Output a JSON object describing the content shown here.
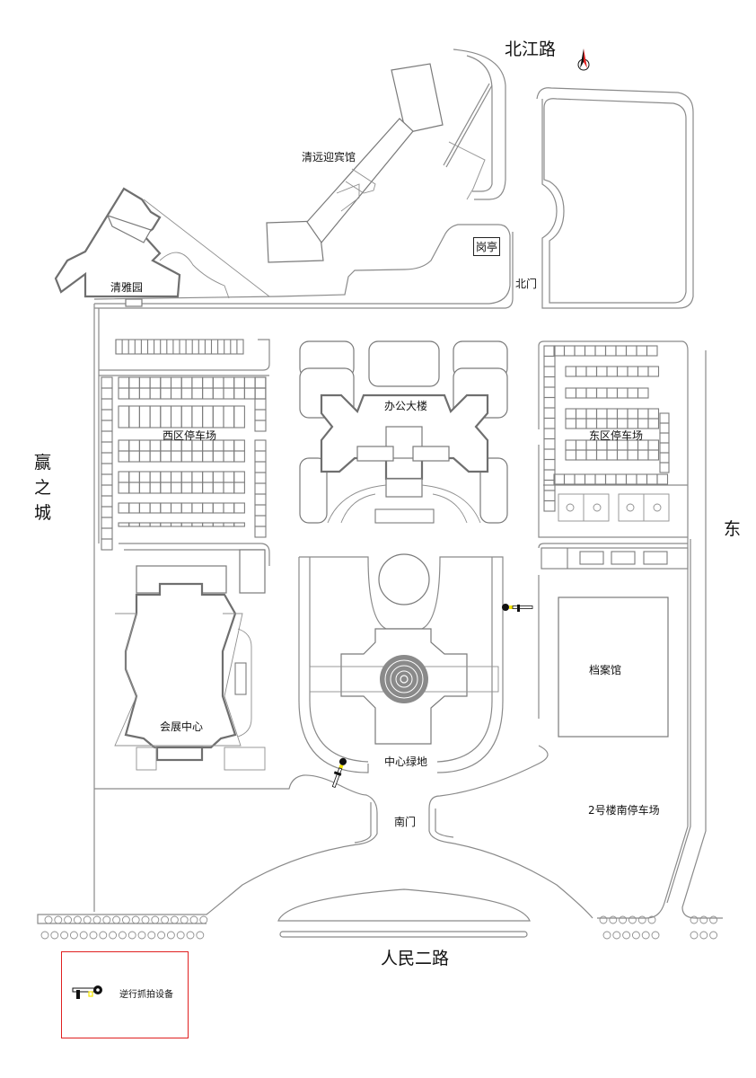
{
  "map": {
    "type": "campus-site-plan",
    "roads": {
      "north": "北江路",
      "south": "人民二路",
      "east": "东",
      "west": [
        "赢",
        "之",
        "城"
      ]
    },
    "gates": {
      "north_gate": "北门",
      "south_gate": "南门",
      "guard_booth": "岗亭"
    },
    "areas": {
      "guesthouse": "清远迎宾馆",
      "qingya_garden": "清雅园",
      "office_building": "办公大楼",
      "west_parking": "西区停车场",
      "east_parking": "东区停车场",
      "convention_center": "会展中心",
      "central_green": "中心绿地",
      "archives": "档案馆",
      "south_parking_bldg2": "2号楼南停车场"
    },
    "cameras": [
      {
        "id": "cam-east-lane",
        "icon": "camera-icon",
        "type": "逆行抓拍设备"
      },
      {
        "id": "cam-south-gate",
        "icon": "camera-icon",
        "type": "逆行抓拍设备"
      }
    ],
    "compass": {
      "icon": "north-arrow-icon",
      "accent": "#e02020"
    }
  },
  "legend": {
    "items": [
      {
        "icon": "reverse-capture-camera-icon",
        "label": "逆行抓拍设备"
      }
    ],
    "border_color": "#e02020"
  },
  "colors": {
    "line": "#8a8a8a",
    "building": "#6f6f6f",
    "legend_border": "#e02020",
    "camera_highlight": "#f5e600"
  }
}
